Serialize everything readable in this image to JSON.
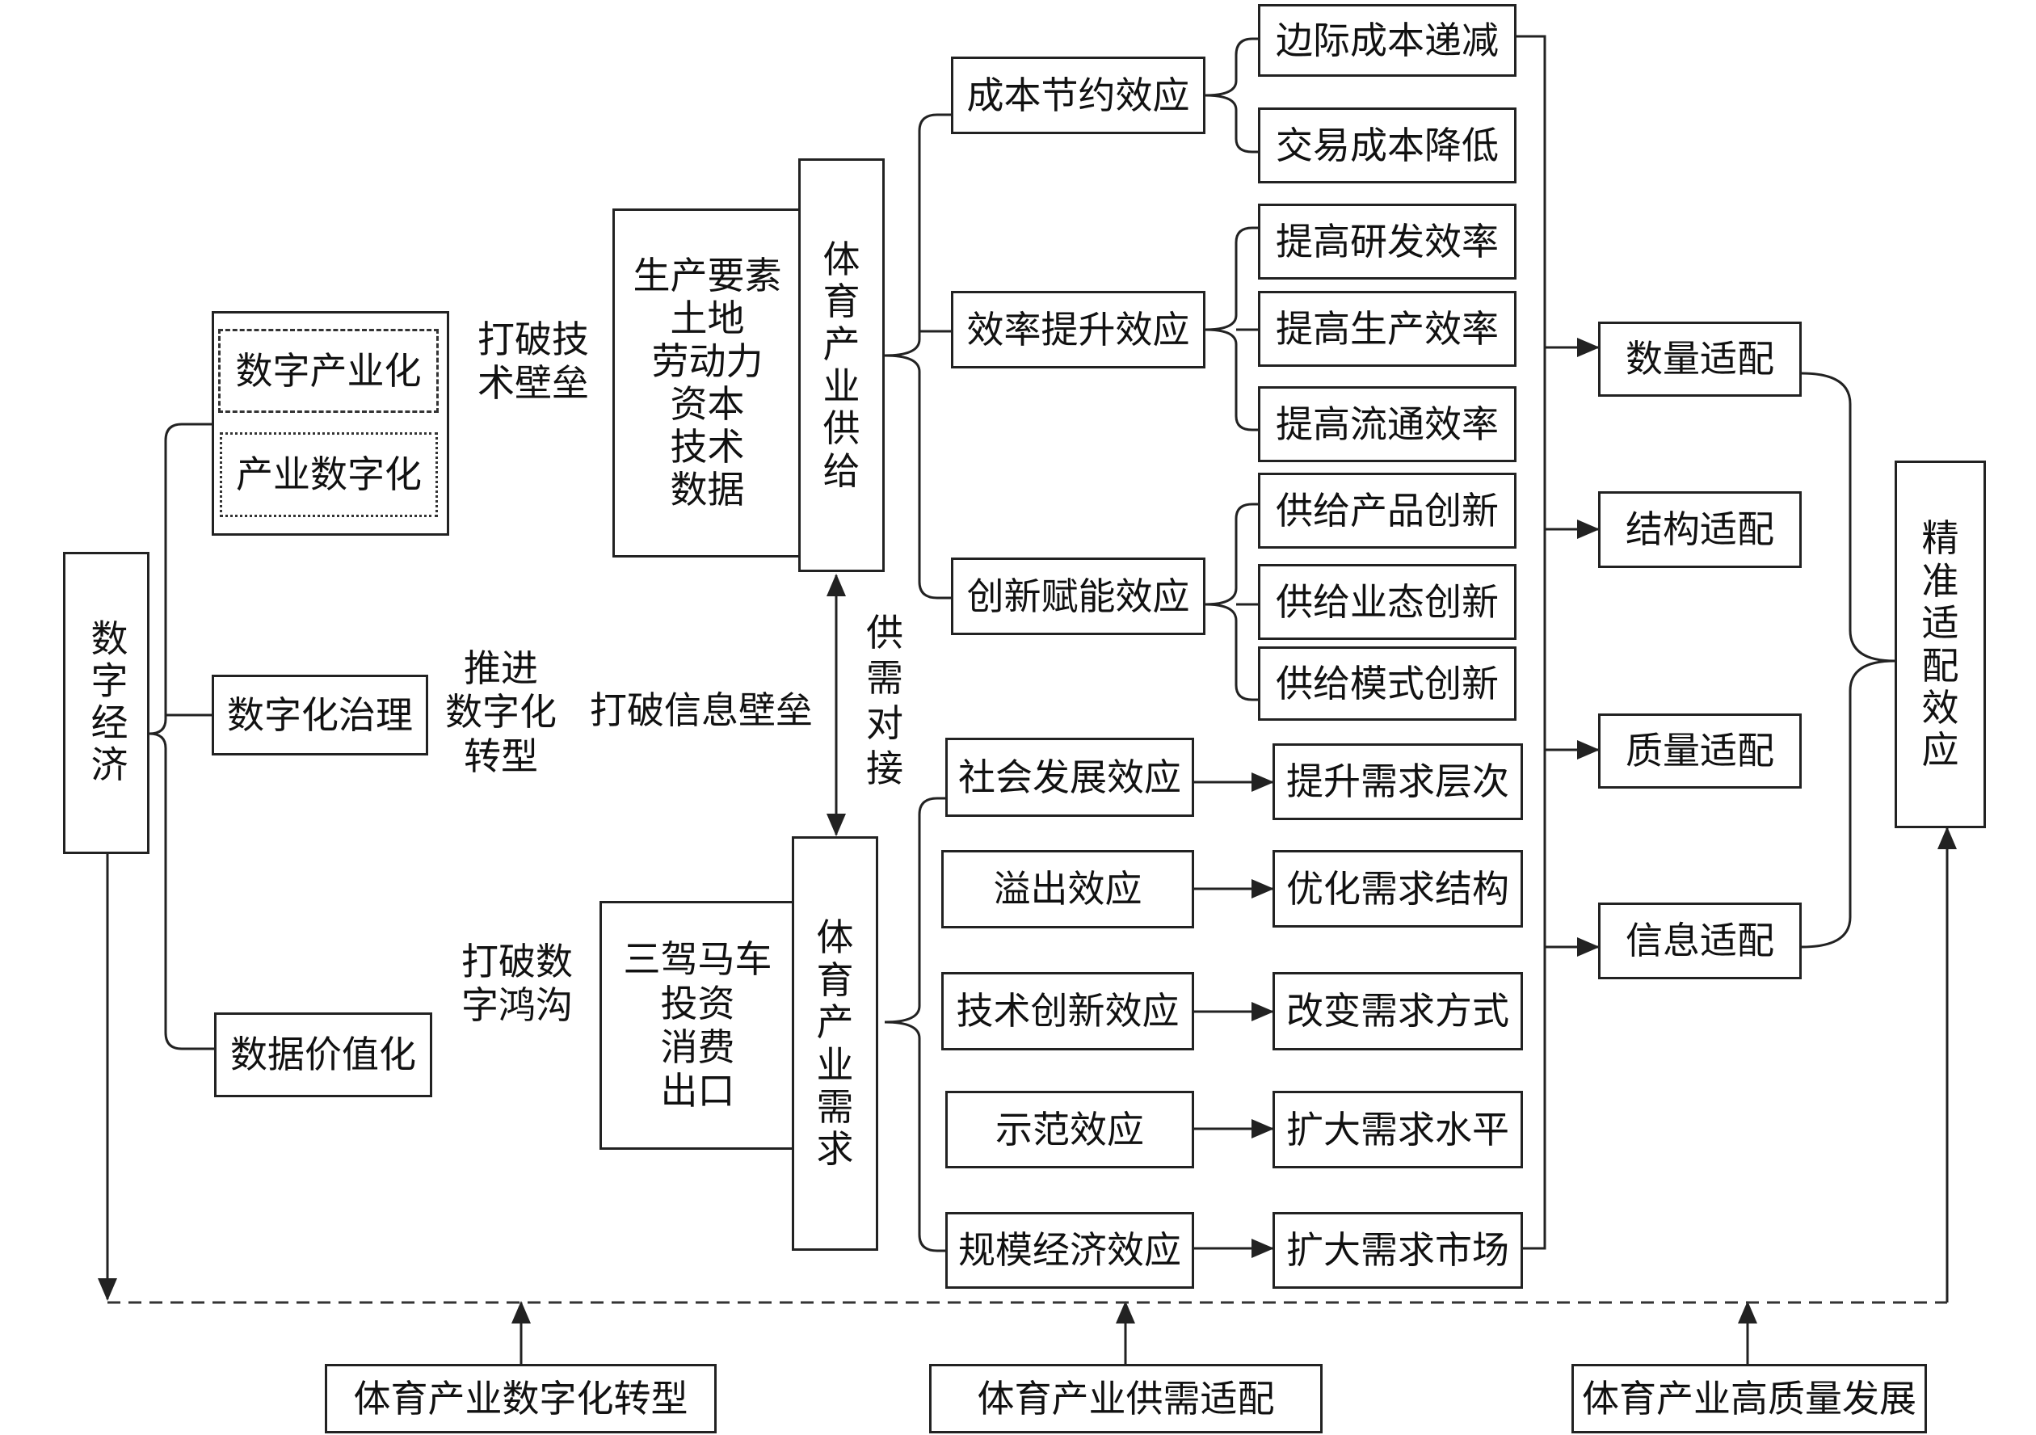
{
  "digital_economy": {
    "title": "数字经济",
    "group_items": [
      "数字产业化",
      "产业数字化"
    ],
    "governance": "数字化治理",
    "data_value": "数据价值化"
  },
  "annotations": {
    "break_tech_barrier": "打破技\n术壁垒",
    "advance_transformation": "推进\n数字化\n转型",
    "break_info_barrier": "打破信息壁垒",
    "break_digital_divide": "打破数\n字鸿沟",
    "supply_demand_docking": "供\n需\n对\n接"
  },
  "supply": {
    "factors": "生产要素\n土地\n劳动力\n资本\n技术\n数据",
    "title": "体\n育\n产\n业\n供\n给",
    "effects": [
      {
        "name": "成本节约效应",
        "items": [
          "边际成本递减",
          "交易成本降低"
        ]
      },
      {
        "name": "效率提升效应",
        "items": [
          "提高研发效率",
          "提高生产效率",
          "提高流通效率"
        ]
      },
      {
        "name": "创新赋能效应",
        "items": [
          "供给产品创新",
          "供给业态创新",
          "供给模式创新"
        ]
      }
    ]
  },
  "demand": {
    "drivers": "三驾马车\n投资\n消费\n出口",
    "title": "体\n育\n产\n业\n需\n求",
    "effects": [
      {
        "name": "社会发展效应",
        "result": "提升需求层次"
      },
      {
        "name": "溢出效应",
        "result": "优化需求结构"
      },
      {
        "name": "技术创新效应",
        "result": "改变需求方式"
      },
      {
        "name": "示范效应",
        "result": "扩大需求水平"
      },
      {
        "name": "规模经济效应",
        "result": "扩大需求市场"
      }
    ]
  },
  "adaptation": {
    "items": [
      "数量适配",
      "结构适配",
      "质量适配",
      "信息适配"
    ],
    "result": "精\n准\n适\n配\n效\n应"
  },
  "bottom": {
    "stages": [
      "体育产业数字化转型",
      "体育产业供需适配",
      "体育产业高质量发展"
    ]
  },
  "colors": {
    "line": "#222222",
    "background": "#ffffff"
  }
}
